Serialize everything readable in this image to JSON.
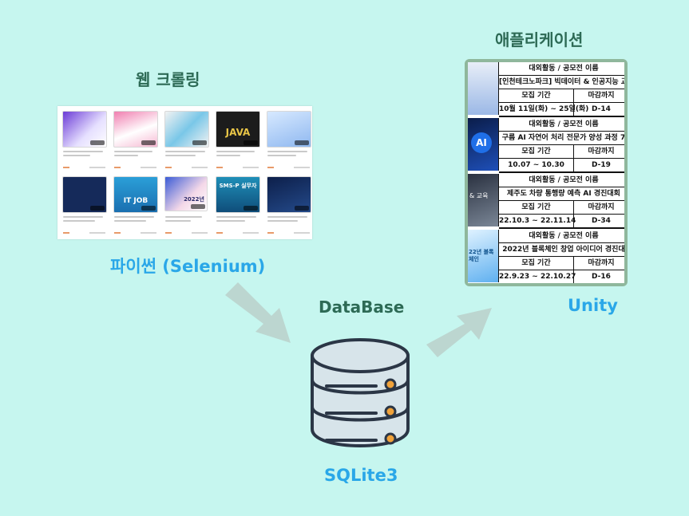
{
  "labels": {
    "web_crawling": "웹 크롤링",
    "python": "파이썬 (Selenium)",
    "application": "애플리케이션",
    "unity": "Unity",
    "database": "DataBase",
    "sqlite": "SQLite3"
  },
  "app_table": {
    "header": "대외활동 / 공모전 이름",
    "period_label": "모집 기간",
    "deadline_label": "마감까지",
    "entries": [
      {
        "name": "[인천테크노파크] 빅데이터 & 인공지능 교육",
        "period": "10월 11일(화) ~ 25일(화)",
        "dday": "D-14"
      },
      {
        "name": "구름 AI 자연어 처리 전문가 양성 과정 7",
        "period": "10.07 ~ 10.30",
        "dday": "D-19"
      },
      {
        "name": "제주도 차량 통행량 예측 AI 경진대회",
        "period": "22.10.3 ~ 22.11.14",
        "dday": "D-34"
      },
      {
        "name": "2022년 블록체인 창업 아이디어 경진대",
        "period": "22.9.23 ~ 22.10.27",
        "dday": "D-16"
      }
    ],
    "side_thumb_texts": [
      "AI",
      "& 교육",
      "22년 블록체인"
    ]
  },
  "crawl_thumbnails": {
    "thumb_texts": [
      "JAVA",
      "IT JOB",
      "SMS-P 실무자",
      "2022년"
    ]
  },
  "colors": {
    "background": "#c6f6ef",
    "heading": "#2d6a55",
    "accent_blue": "#2aa7e8",
    "panel_border": "#8fb79c",
    "arrow": "#bcd6d0",
    "db_body": "#d7e4ea",
    "db_dot": "#f0a23a"
  },
  "icons": {
    "database": "database-icon",
    "arrow_in": "arrow-down-right-icon",
    "arrow_out": "arrow-up-right-icon"
  }
}
